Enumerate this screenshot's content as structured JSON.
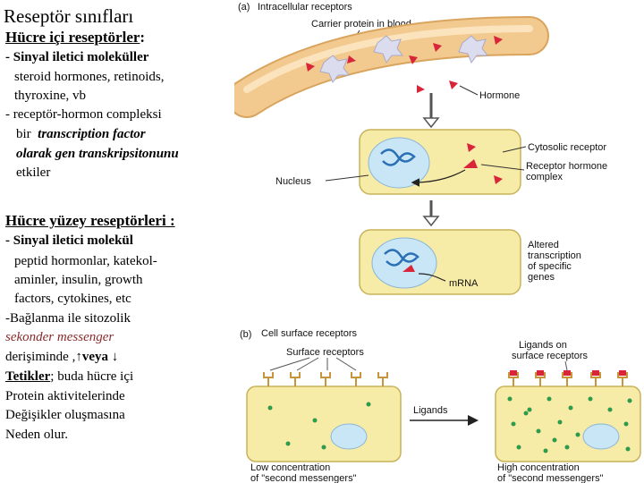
{
  "left_text": {
    "title": "Reseptör sınıfları",
    "intracellular_heading": "Hücre içi reseptörler",
    "colon": ":",
    "line1": "- Sinyal iletici moleküller",
    "line2": "steroid hormones, retinoids,",
    "line3": "thyroxine, vb",
    "line4": "- receptör-hormon compleksi",
    "line5_prefix": "bir",
    "line5_italic": "transcription factor",
    "line6_italic": "olarak gen transkripsitonunu",
    "line7": "etkiler",
    "surface_heading": "Hücre yüzey reseptörleri :",
    "line8": "- Sinyal iletici molekül",
    "line9": "peptid hormonlar, katekol-",
    "line10": "aminler, insulin, growth",
    "line11": "factors, cytokines, etc",
    "line12": "-Bağlanma ile sitozolik",
    "line13": "sekonder messenger",
    "line14_a": "derişiminde ,",
    "up_arrow": "↑",
    "line14_b": "veya",
    "down_arrow": "↓",
    "line15_a": "Tetikler",
    "line15_b": "; buda hücre içi",
    "line16": "Protein aktivitelerinde",
    "line17": "Değişikler oluşmasına",
    "line18": "Neden olur."
  },
  "figure": {
    "panel_a": "(a)",
    "panel_a_title": "Intracellular receptors",
    "carrier": "Carrier protein in blood",
    "hormone": "Hormone",
    "cytosolic": "Cytosolic receptor",
    "complex_1": "Receptor hormone",
    "complex_2": "complex",
    "nucleus": "Nucleus",
    "altered_1": "Altered",
    "altered_2": "transcription",
    "altered_3": "of specific",
    "altered_4": "genes",
    "mrna": "mRNA",
    "panel_b": "(b)",
    "panel_b_title": "Cell surface receptors",
    "surface_receptors": "Surface receptors",
    "ligands_on_1": "Ligands on",
    "ligands_on_2": "surface receptors",
    "ligands": "Ligands",
    "low_1": "Low concentration",
    "low_2": "of \"second messengers\"",
    "high_1": "High concentration",
    "high_2": "of \"second messengers\""
  },
  "colors": {
    "vessel": "#f2c98e",
    "cell": "#f7eba8",
    "nucleus": "#c9e6f7",
    "hormone": "#d9253a",
    "messenger": "#2e9b4a"
  }
}
